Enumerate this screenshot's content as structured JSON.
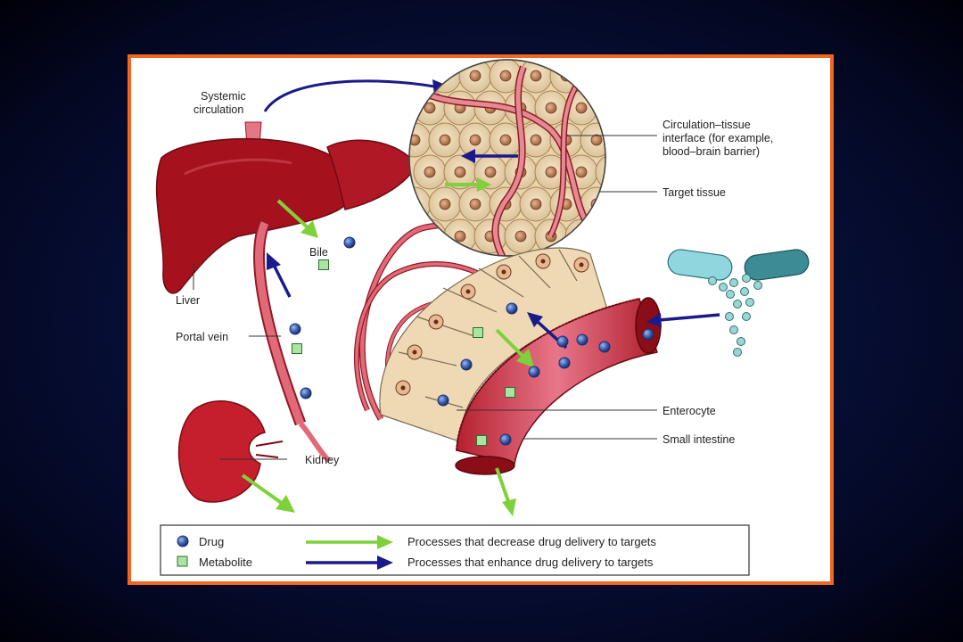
{
  "labels": {
    "systemic_1": "Systemic",
    "systemic_2": "circulation",
    "interface_1": "Circulation–tissue",
    "interface_2": "interface (for example,",
    "interface_3": "blood–brain barrier)",
    "target": "Target tissue",
    "bile": "Bile",
    "liver": "Liver",
    "portal": "Portal vein",
    "kidney": "Kidney",
    "enterocyte": "Enterocyte",
    "small_intestine": "Small intestine"
  },
  "legend": {
    "drug": "Drug",
    "metabolite": "Metabolite",
    "decrease": "Processes that decrease drug delivery to targets",
    "enhance": "Processes that enhance drug delivery to targets"
  },
  "colors": {
    "frame_border": "#f26522",
    "green_arrow": "#7fd13b",
    "blue_arrow": "#1a1a8c",
    "drug": "#3a5fb0",
    "metabolite": "#a8e6a0",
    "organ": "#a8121c",
    "vessel": "#e26a78",
    "tissue": "#efd9b4"
  }
}
